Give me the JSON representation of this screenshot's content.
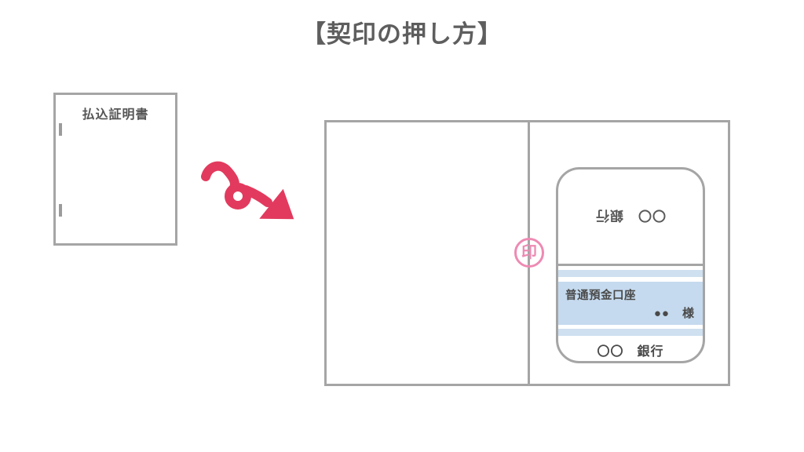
{
  "title": "【契印の押し方】",
  "source_document": {
    "title": "払込証明書"
  },
  "arrow": {
    "color": "#e23a5e",
    "direction": "down-right"
  },
  "unfolded_sheet": {
    "seal": {
      "label": "印",
      "color": "#ee8ab3"
    }
  },
  "passbook": {
    "back_cover_label": "〇〇　銀行",
    "account_type": "普通預金口座",
    "account_holder": "●●　様",
    "front_cover_label": "〇〇　銀行",
    "stripe_color": "#cfe0f0",
    "band_color": "#c5daee"
  },
  "colors": {
    "border_gray": "#a5a5a5",
    "text_gray": "#555555",
    "title_gray": "#5e5e5e"
  }
}
